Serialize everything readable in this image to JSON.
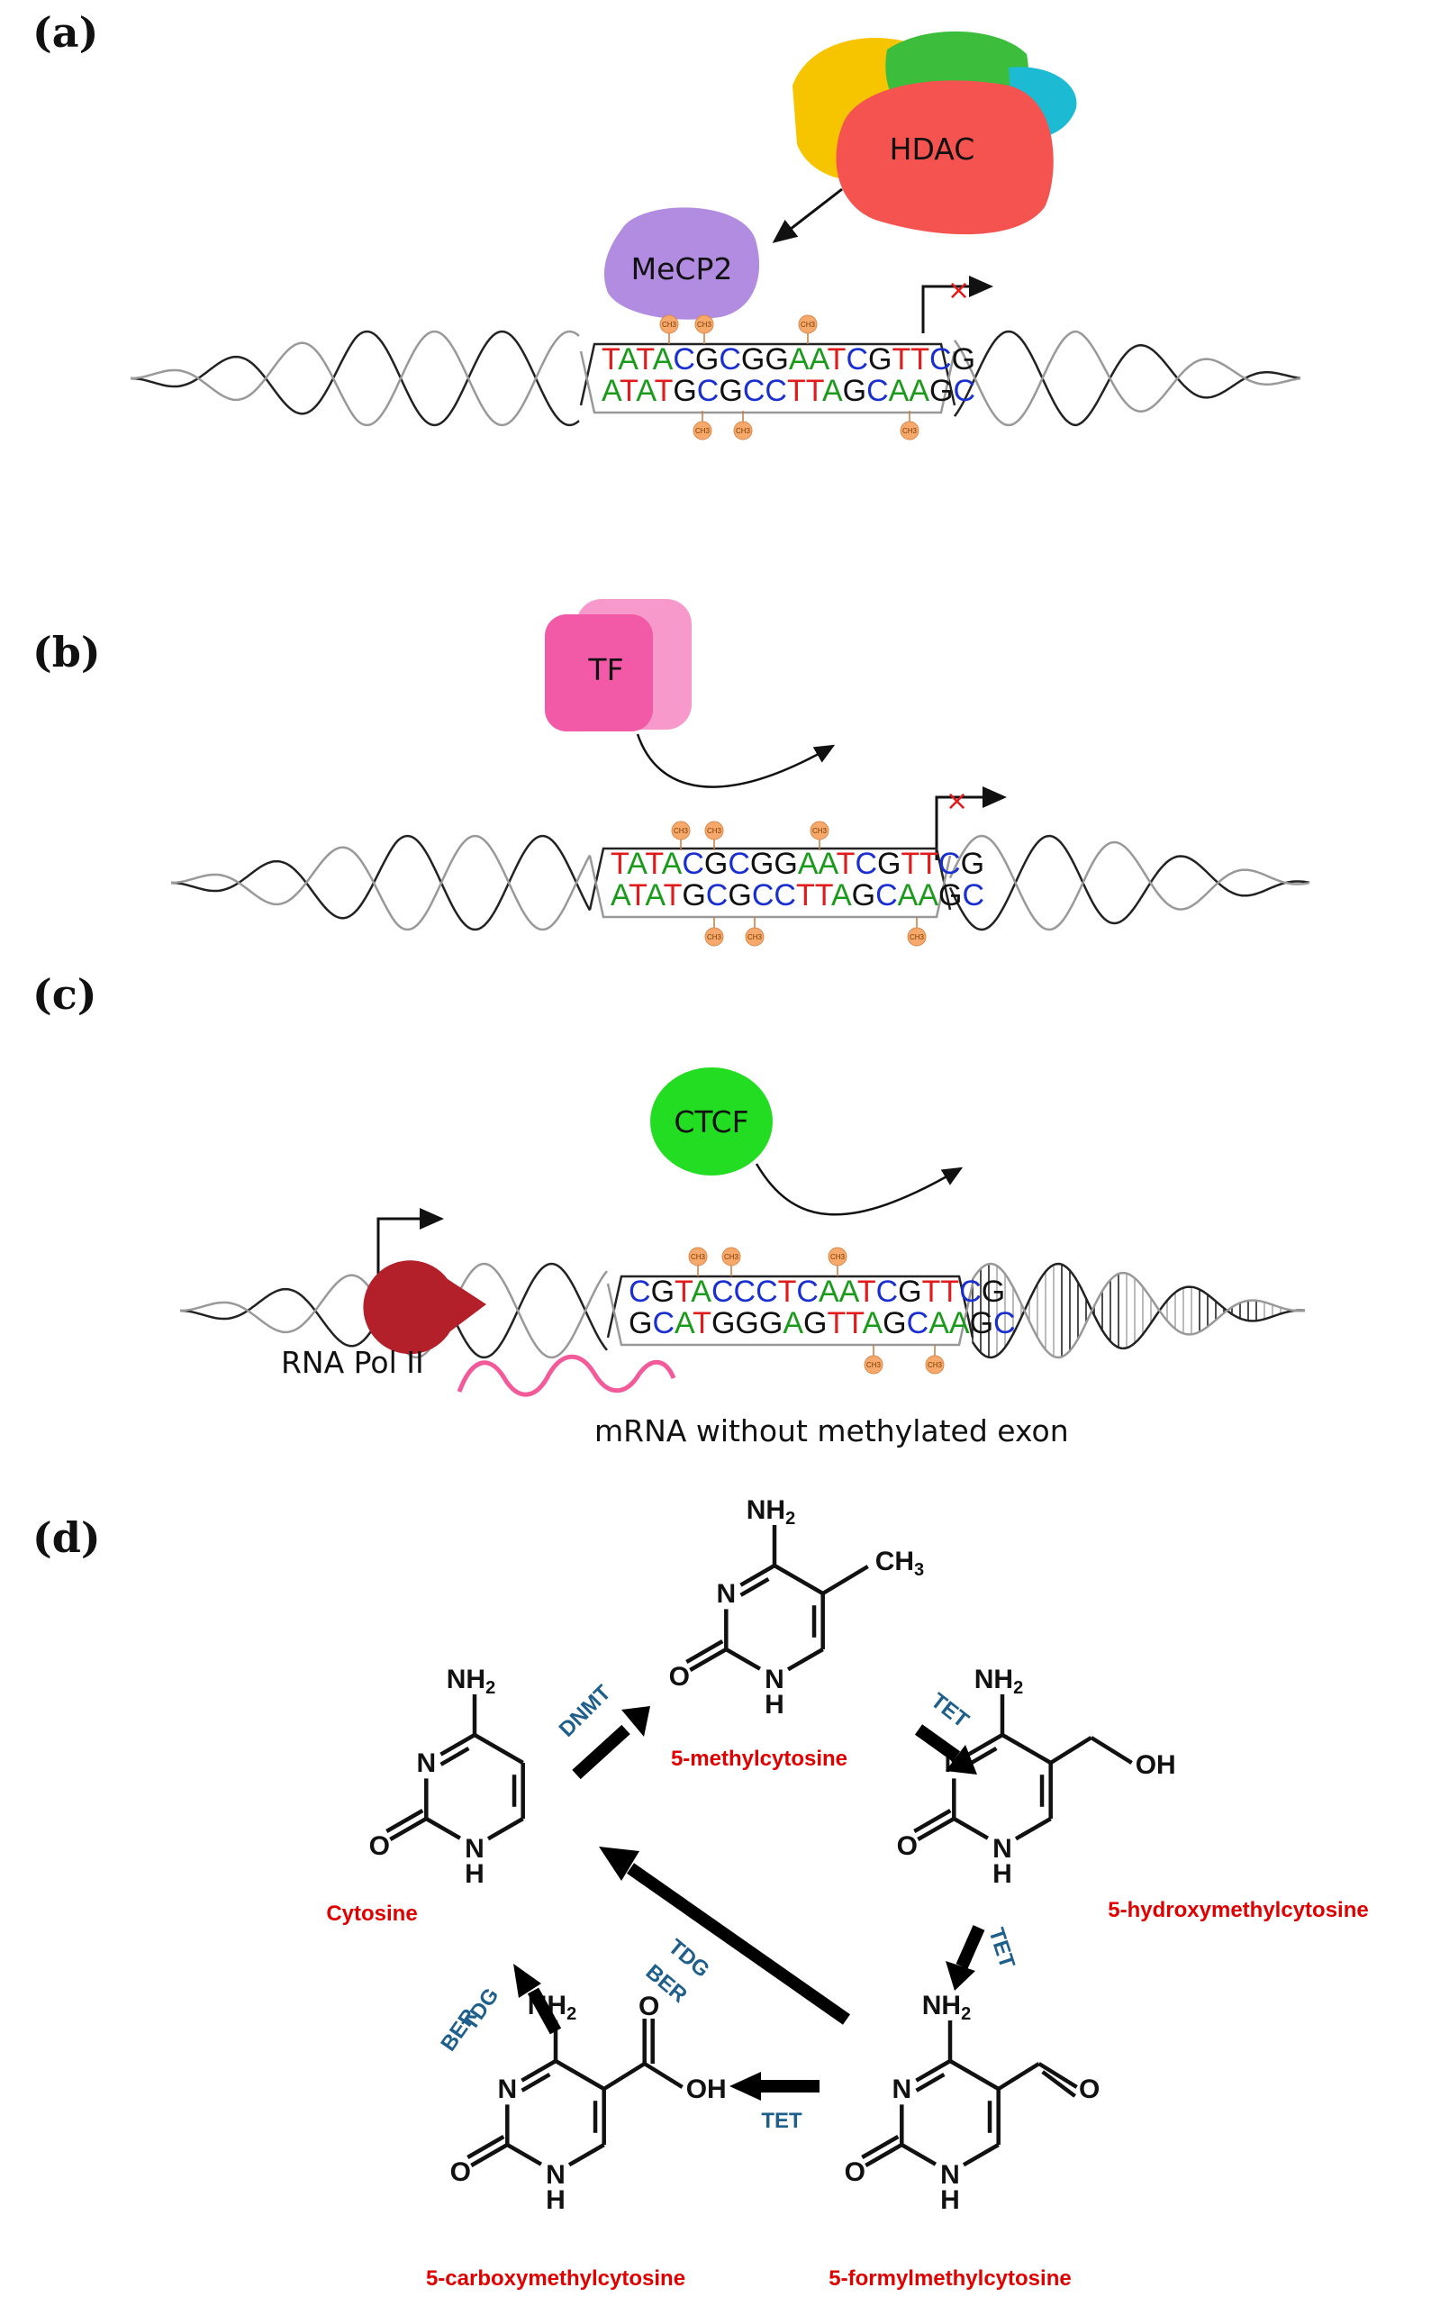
{
  "panels": {
    "a": {
      "label": "(a)",
      "proteins": {
        "hdac": "HDAC",
        "mecp2": "MeCP2"
      },
      "seq_top": "TATACGCGGAATCGTTCG",
      "seq_bottom": "ATATGCGCCTTAGCAAGC",
      "methyl_label": "CH3"
    },
    "b": {
      "label": "(b)",
      "proteins": {
        "tf": "TF"
      },
      "seq_top": "TATACGCGGAATCGTTCG",
      "seq_bottom": "ATATGCGCCTTAGCAAGC",
      "methyl_label": "CH3"
    },
    "c": {
      "label": "(c)",
      "proteins": {
        "ctcf": "CTCF",
        "pol": "RNA Pol II"
      },
      "mrna_label": "mRNA without methylated exon",
      "seq_top": "CGTACCCTCAATCGTTCG",
      "seq_bottom": "GCATGGGAGTTAGCAAGC",
      "methyl_label": "CH3"
    },
    "d": {
      "label": "(d)",
      "molecules": {
        "cytosine": "Cytosine",
        "methyl": "5-methylcytosine",
        "hydroxy": "5-hydroxymethylcytosine",
        "formyl": "5-formylmethylcytosine",
        "carboxy": "5-carboxymethylcytosine"
      },
      "enzymes": {
        "dnmt": "DNMT",
        "tet1": "TET",
        "tet2": "TET",
        "tet3": "TET",
        "tdg_diag": [
          "TDG",
          "BER"
        ],
        "tdg_up": [
          "TDG",
          "BER"
        ]
      },
      "atoms": {
        "nh2": "NH",
        "sub2": "2",
        "n": "N",
        "o": "O",
        "h": "H",
        "ch3": "CH",
        "sub3": "3",
        "oh": "OH"
      }
    }
  },
  "colors": {
    "A": "#1a9a1a",
    "T": "#e11b1b",
    "C": "#1a2fd0",
    "G": "#111111",
    "hdac": "#f5534f",
    "yellow": "#f7c400",
    "green": "#3cbd3c",
    "cyan": "#1dbbd3",
    "mecp2": "#b18ce0",
    "tf": "#f25aa8",
    "tf_back": "#f79acb",
    "ctcf": "#22dd22",
    "pol": "#b3202a",
    "mrna": "#f25a9a",
    "methyl": "#f7a96b",
    "red_x": "#e11b1b"
  }
}
